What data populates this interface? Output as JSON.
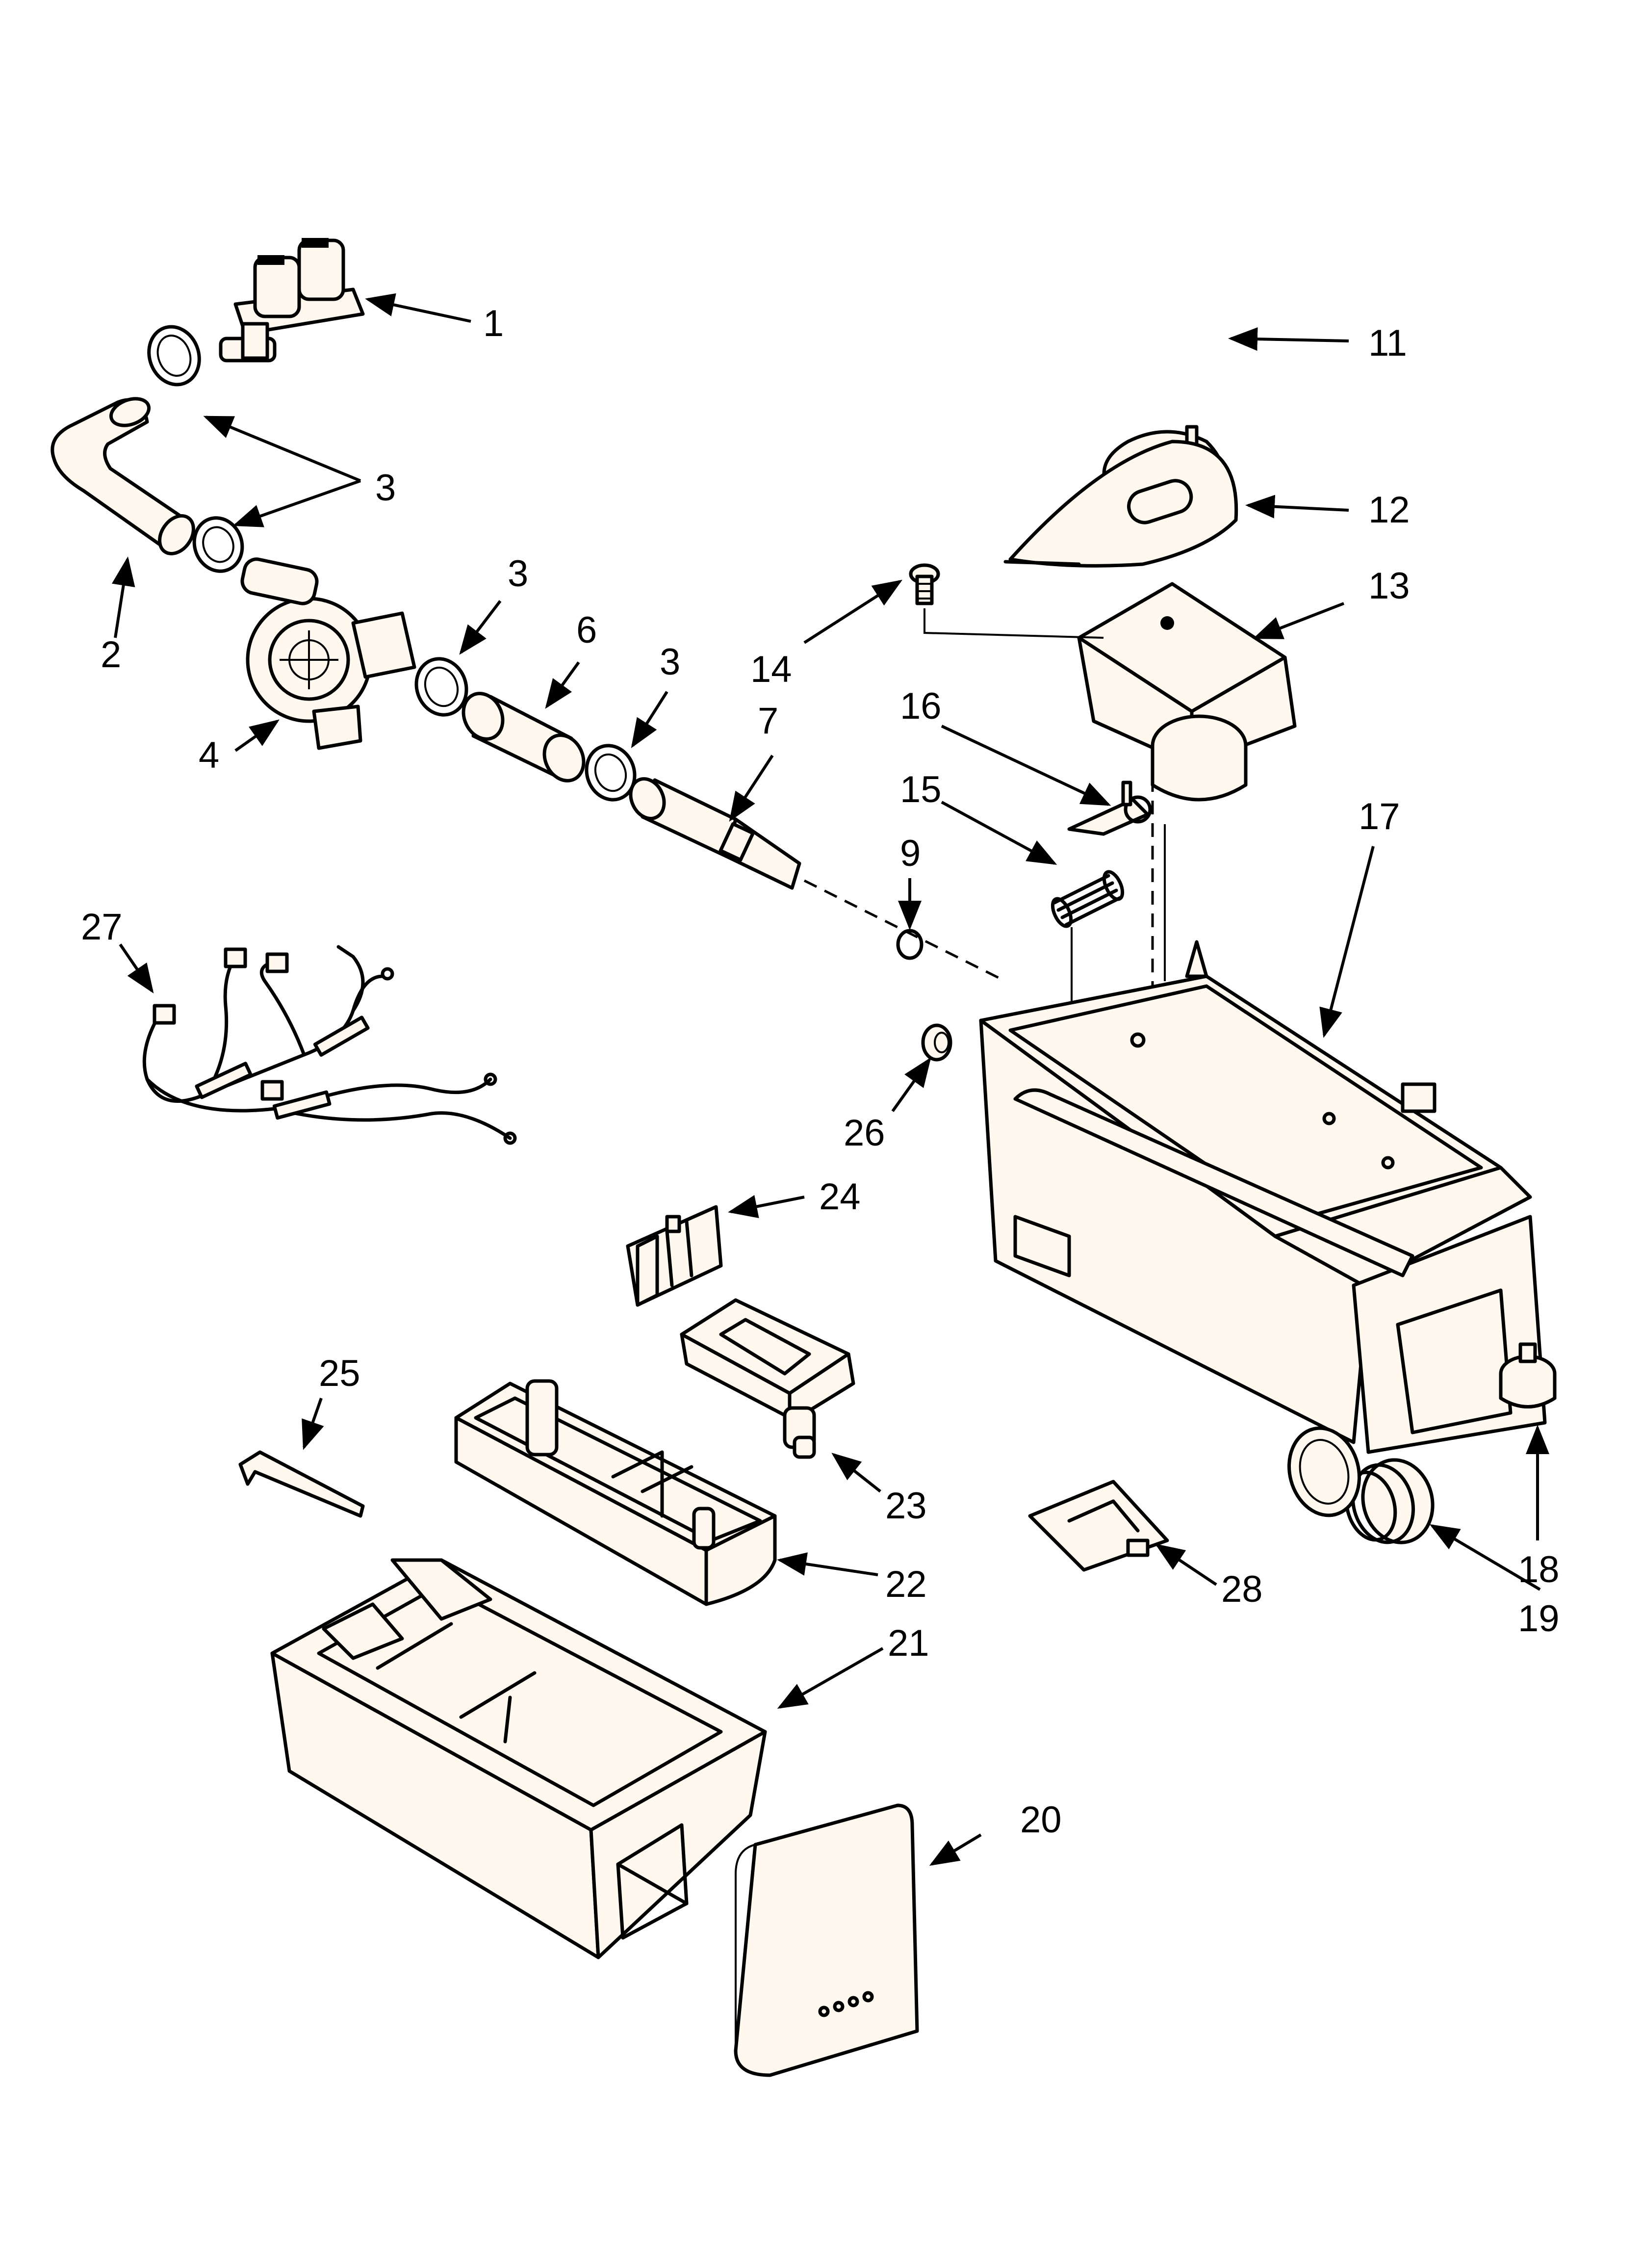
{
  "diagram": {
    "callouts": [
      {
        "id": "c1",
        "text": "1"
      },
      {
        "id": "c2",
        "text": "2"
      },
      {
        "id": "c3a",
        "text": "3"
      },
      {
        "id": "c3b",
        "text": "3"
      },
      {
        "id": "c3c",
        "text": "3"
      },
      {
        "id": "c4",
        "text": "4"
      },
      {
        "id": "c6",
        "text": "6"
      },
      {
        "id": "c7",
        "text": "7"
      },
      {
        "id": "c9",
        "text": "9"
      },
      {
        "id": "c11",
        "text": "11"
      },
      {
        "id": "c12",
        "text": "12"
      },
      {
        "id": "c13",
        "text": "13"
      },
      {
        "id": "c14",
        "text": "14"
      },
      {
        "id": "c15",
        "text": "15"
      },
      {
        "id": "c16",
        "text": "16"
      },
      {
        "id": "c17",
        "text": "17"
      },
      {
        "id": "c18",
        "text": "18"
      },
      {
        "id": "c19",
        "text": "19"
      },
      {
        "id": "c20",
        "text": "20"
      },
      {
        "id": "c21",
        "text": "21"
      },
      {
        "id": "c22",
        "text": "22"
      },
      {
        "id": "c23",
        "text": "23"
      },
      {
        "id": "c24",
        "text": "24"
      },
      {
        "id": "c25",
        "text": "25"
      },
      {
        "id": "c26",
        "text": "26"
      },
      {
        "id": "c27",
        "text": "27"
      },
      {
        "id": "c28",
        "text": "28"
      }
    ]
  }
}
